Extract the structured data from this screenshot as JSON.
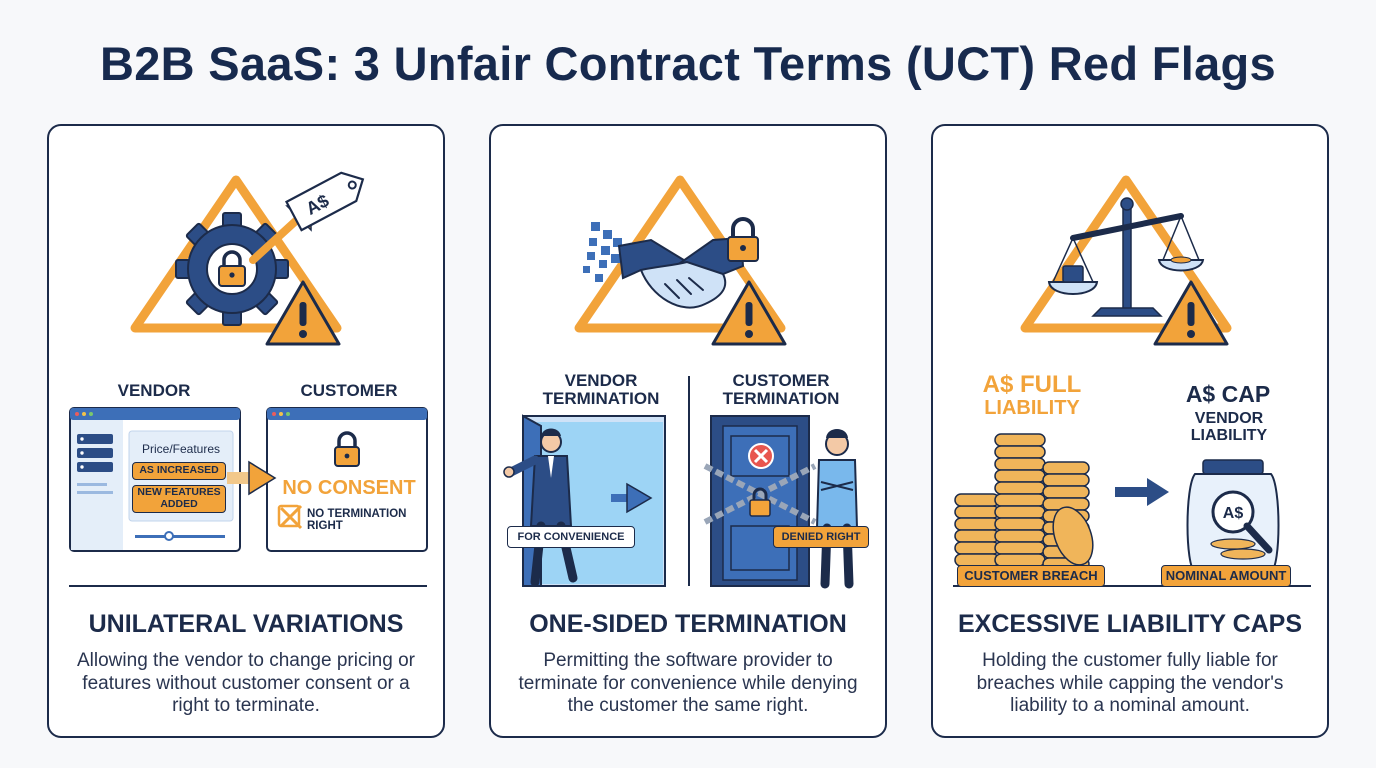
{
  "title": "B2B SaaS: 3 Unfair Contract Terms (UCT) Red Flags",
  "colors": {
    "navy": "#1c2b4a",
    "orange": "#f2a33a",
    "blue": "#3d6fb8",
    "light_blue": "#cfe2f7"
  },
  "cards": [
    {
      "heading": "UNILATERAL VARIATIONS",
      "description": "Allowing the vendor to change pricing or features without customer consent or a right to terminate.",
      "tag_text": "A$",
      "vendor_label": "VENDOR",
      "customer_label": "CUSTOMER",
      "panel_title": "Price/Features",
      "badge_increased": "AS INCREASED",
      "badge_new_features": "NEW FEATURES ADDED",
      "no_consent": "NO CONSENT",
      "no_termination": "NO TERMINATION RIGHT",
      "icons": [
        "gear-icon",
        "lock-icon",
        "price-tag-icon",
        "warning-icon",
        "server-icon"
      ]
    },
    {
      "heading": "ONE-SIDED TERMINATION",
      "description": "Permitting the software provider to terminate for convenience while denying the customer the same right.",
      "vendor_label": "VENDOR TERMINATION",
      "customer_label": "CUSTOMER TERMINATION",
      "vendor_tag": "FOR CONVENIENCE",
      "customer_tag": "DENIED RIGHT",
      "icons": [
        "handshake-icon",
        "lock-icon",
        "warning-icon",
        "open-door-icon",
        "chained-door-icon"
      ]
    },
    {
      "heading": "EXCESSIVE LIABILITY CAPS",
      "description": "Holding the customer fully liable for breaches while capping the vendor's liability to a nominal amount.",
      "left_label_1": "A$ FULL",
      "left_label_2": "LIABILITY",
      "right_label_1": "A$ CAP",
      "right_label_2": "VENDOR LIABILITY",
      "jar_text": "A$",
      "left_tag": "CUSTOMER BREACH",
      "right_tag": "NOMINAL AMOUNT",
      "icons": [
        "scales-icon",
        "warning-icon",
        "coins-icon",
        "jar-icon",
        "magnifier-icon"
      ]
    }
  ]
}
